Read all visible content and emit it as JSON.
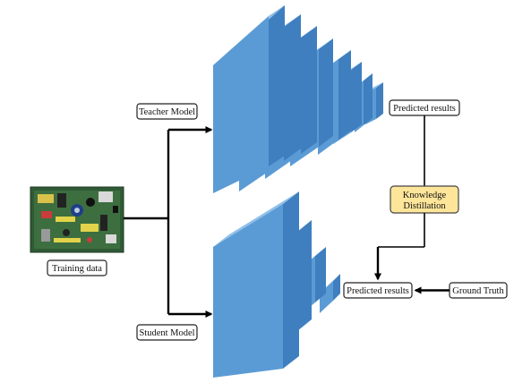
{
  "labels": {
    "teacher_model": "Teacher Model",
    "student_model": "Student Model",
    "training_data": "Training data",
    "predicted_results_teacher": "Predicted results",
    "knowledge_distillation_line1": "Knowledge",
    "knowledge_distillation_line2": "Distillation",
    "predicted_results_student": "Predicted results",
    "ground_truth": "Ground Truth"
  },
  "icons": {
    "training_image": "circuit-board-image"
  },
  "colors": {
    "layer_front": "#5b9bd5",
    "layer_top": "#8fc0ea",
    "layer_side": "#3f7fbf",
    "kd_fill": "#fde59a",
    "line": "#000000"
  }
}
